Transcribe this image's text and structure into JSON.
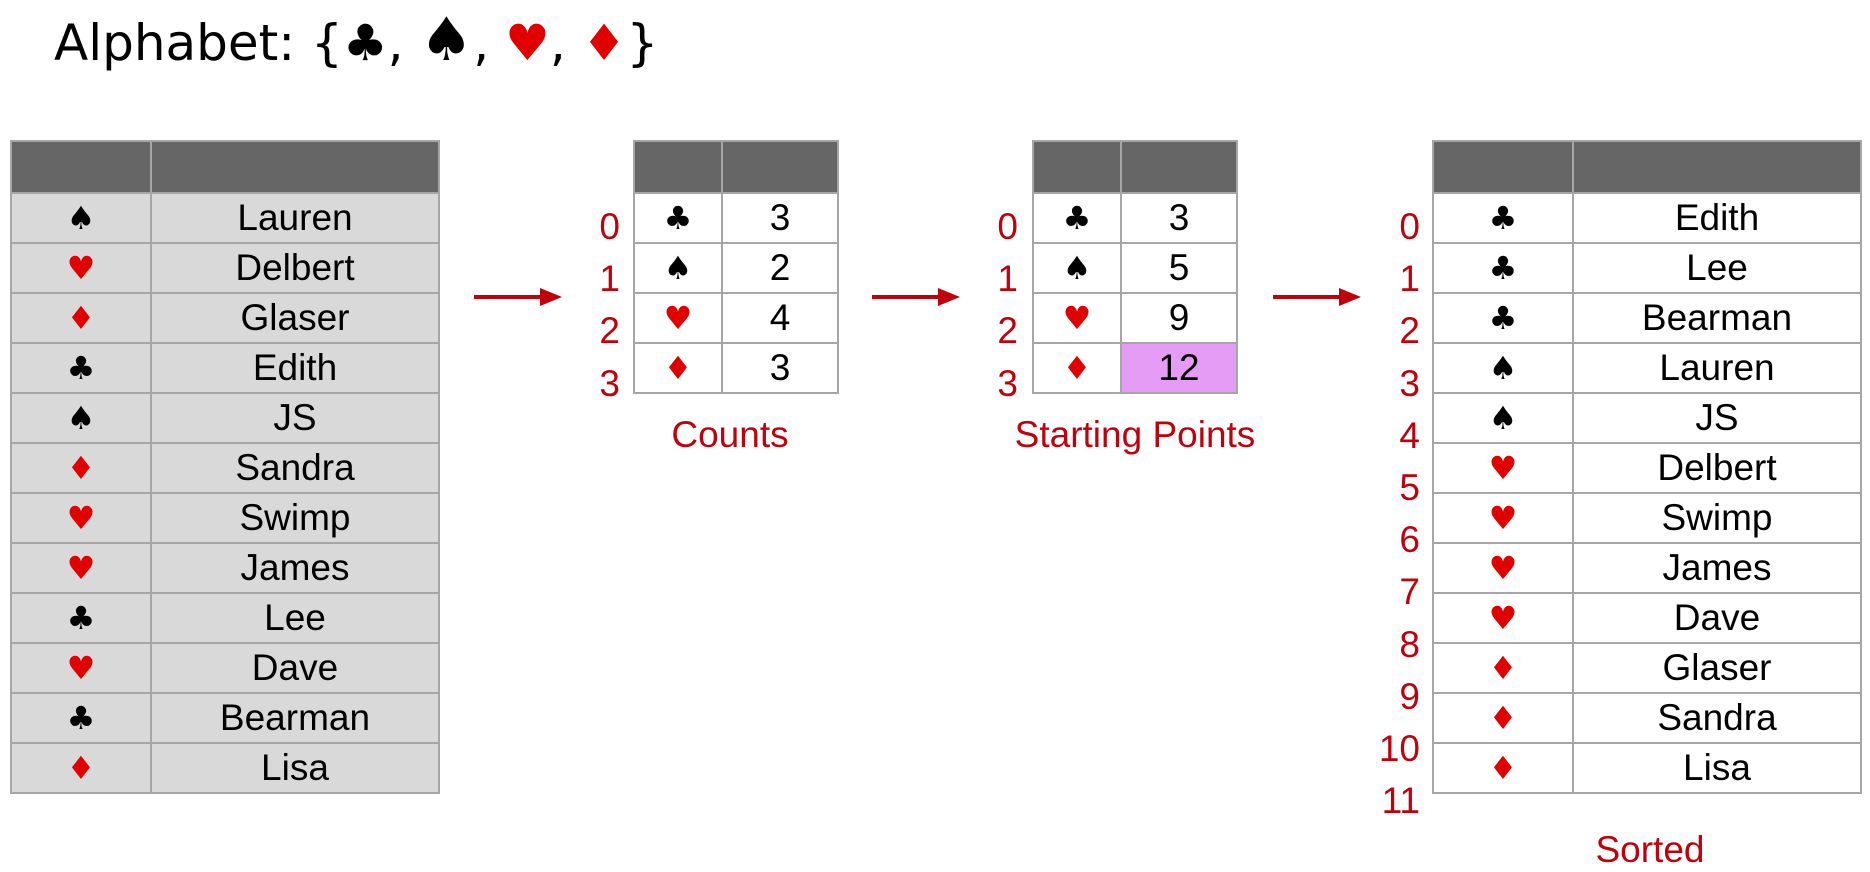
{
  "alphabet": {
    "label": "Alphabet: {",
    "symbols": [
      "♣",
      "♠",
      "♥",
      "♦"
    ],
    "separator": ", ",
    "close": "}"
  },
  "colors": {
    "red_suit": "#e00000",
    "black_suit": "#000000",
    "caption_red": "#c0000b",
    "header_gray": "#666666",
    "cell_gray": "#d9d9d9",
    "highlight": "#e49cf5",
    "border": "#a6a6a6"
  },
  "input_table": {
    "rows": [
      {
        "suit": "♠",
        "suit_color": "black",
        "name": "Lauren"
      },
      {
        "suit": "♥",
        "suit_color": "red",
        "name": "Delbert"
      },
      {
        "suit": "♦",
        "suit_color": "red",
        "name": "Glaser"
      },
      {
        "suit": "♣",
        "suit_color": "black",
        "name": "Edith"
      },
      {
        "suit": "♠",
        "suit_color": "black",
        "name": "JS"
      },
      {
        "suit": "♦",
        "suit_color": "red",
        "name": "Sandra"
      },
      {
        "suit": "♥",
        "suit_color": "red",
        "name": "Swimp"
      },
      {
        "suit": "♥",
        "suit_color": "red",
        "name": "James"
      },
      {
        "suit": "♣",
        "suit_color": "black",
        "name": "Lee"
      },
      {
        "suit": "♥",
        "suit_color": "red",
        "name": "Dave"
      },
      {
        "suit": "♣",
        "suit_color": "black",
        "name": "Bearman"
      },
      {
        "suit": "♦",
        "suit_color": "red",
        "name": "Lisa"
      }
    ]
  },
  "counts_table": {
    "caption": "Counts",
    "rows": [
      {
        "index": "0",
        "suit": "♣",
        "suit_color": "black",
        "value": "3"
      },
      {
        "index": "1",
        "suit": "♠",
        "suit_color": "black",
        "value": "2"
      },
      {
        "index": "2",
        "suit": "♥",
        "suit_color": "red",
        "value": "4"
      },
      {
        "index": "3",
        "suit": "♦",
        "suit_color": "red",
        "value": "3"
      }
    ]
  },
  "starting_points_table": {
    "caption": "Starting Points",
    "rows": [
      {
        "index": "0",
        "suit": "♣",
        "suit_color": "black",
        "value": "3",
        "highlight": false
      },
      {
        "index": "1",
        "suit": "♠",
        "suit_color": "black",
        "value": "5",
        "highlight": false
      },
      {
        "index": "2",
        "suit": "♥",
        "suit_color": "red",
        "value": "9",
        "highlight": false
      },
      {
        "index": "3",
        "suit": "♦",
        "suit_color": "red",
        "value": "12",
        "highlight": true
      }
    ]
  },
  "sorted_table": {
    "caption": "Sorted",
    "rows": [
      {
        "index": "0",
        "suit": "♣",
        "suit_color": "black",
        "name": "Edith"
      },
      {
        "index": "1",
        "suit": "♣",
        "suit_color": "black",
        "name": "Lee"
      },
      {
        "index": "2",
        "suit": "♣",
        "suit_color": "black",
        "name": "Bearman"
      },
      {
        "index": "3",
        "suit": "♠",
        "suit_color": "black",
        "name": "Lauren"
      },
      {
        "index": "4",
        "suit": "♠",
        "suit_color": "black",
        "name": "JS"
      },
      {
        "index": "5",
        "suit": "♥",
        "suit_color": "red",
        "name": "Delbert"
      },
      {
        "index": "6",
        "suit": "♥",
        "suit_color": "red",
        "name": "Swimp"
      },
      {
        "index": "7",
        "suit": "♥",
        "suit_color": "red",
        "name": "James"
      },
      {
        "index": "8",
        "suit": "♥",
        "suit_color": "red",
        "name": "Dave"
      },
      {
        "index": "9",
        "suit": "♦",
        "suit_color": "red",
        "name": "Glaser"
      },
      {
        "index": "10",
        "suit": "♦",
        "suit_color": "red",
        "name": "Sandra"
      },
      {
        "index": "11",
        "suit": "♦",
        "suit_color": "red",
        "name": "Lisa"
      }
    ]
  }
}
